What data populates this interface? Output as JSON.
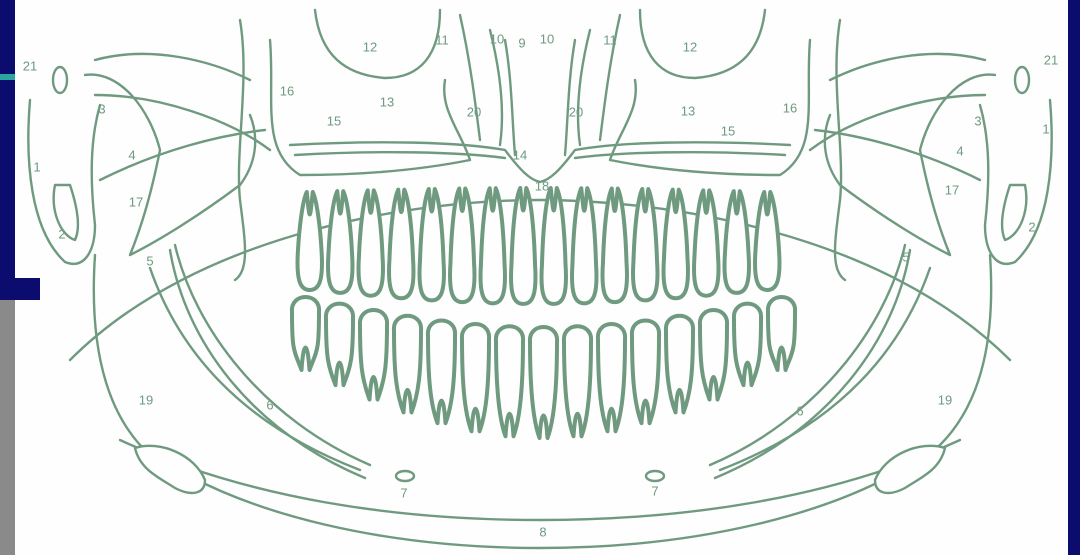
{
  "colors": {
    "slide_background": "#0c0c6e",
    "slide_accent": "#2aa5a0",
    "panel_background": "#fdfefd",
    "line_color": "#6f9a80"
  },
  "diagram": {
    "labels": {
      "n1": "1",
      "n2": "2",
      "n3": "3",
      "n4": "4",
      "n5": "5",
      "n6": "6",
      "n7": "7",
      "n8": "8",
      "n9": "9",
      "n10": "10",
      "n11": "11",
      "n12": "12",
      "n13": "13",
      "n14": "14",
      "n15": "15",
      "n16": "16",
      "n17": "17",
      "n18": "18",
      "n19": "19",
      "n20": "20",
      "n21": "21"
    }
  }
}
